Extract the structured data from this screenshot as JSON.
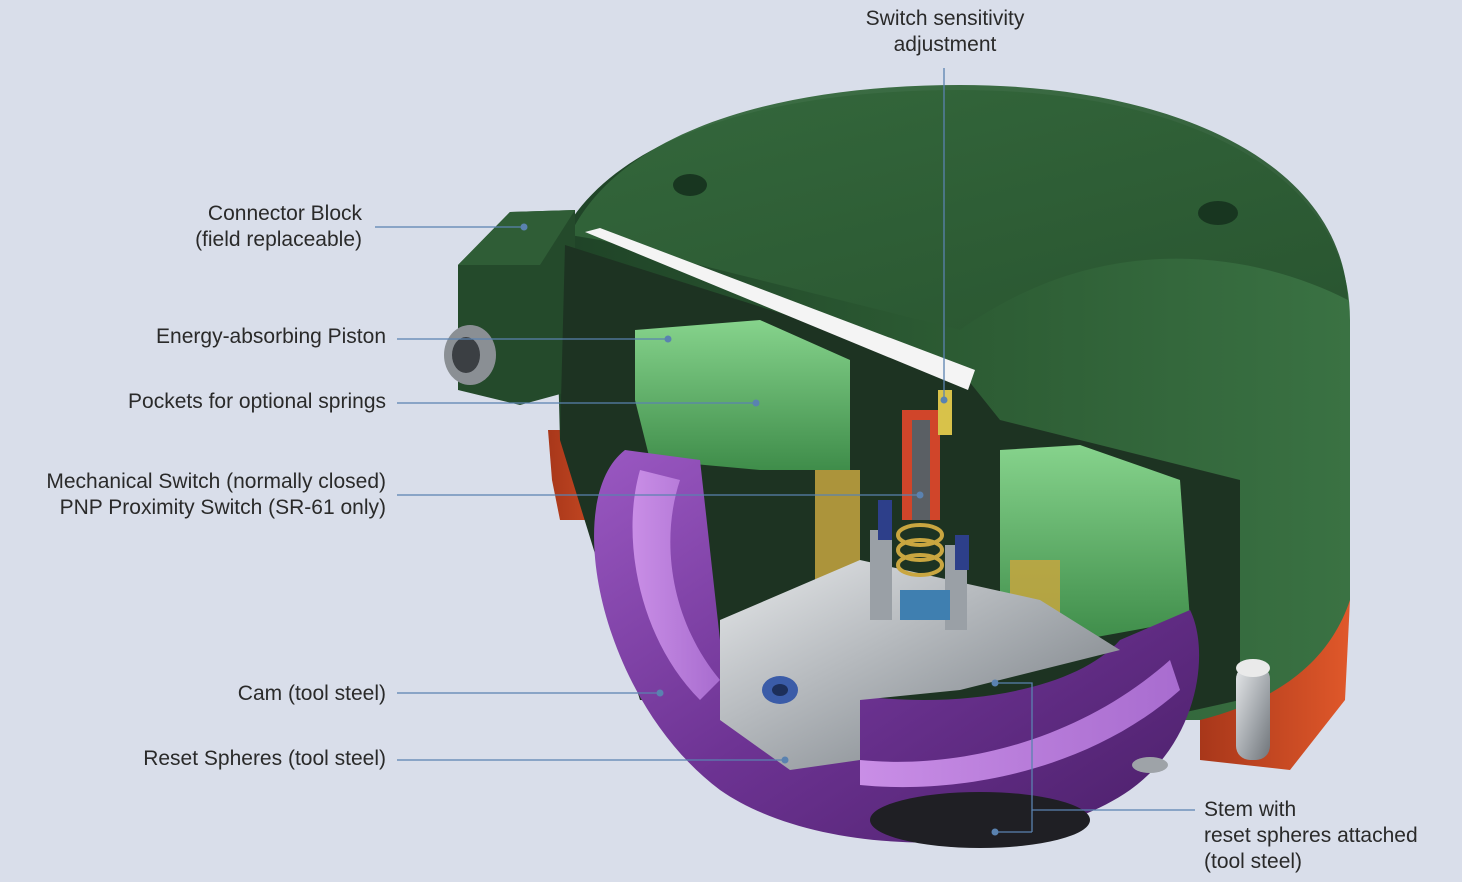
{
  "labels": {
    "switch_sensitivity": [
      "Switch sensitivity",
      "adjustment"
    ],
    "connector_block": [
      "Connector Block",
      "(field replaceable)"
    ],
    "energy_piston": [
      "Energy-absorbing Piston"
    ],
    "pockets_springs": [
      "Pockets for optional springs"
    ],
    "mechanical_switch": [
      "Mechanical Switch (normally closed)",
      "PNP Proximity Switch (SR-61 only)"
    ],
    "cam": [
      "Cam (tool steel)"
    ],
    "reset_spheres": [
      "Reset Spheres (tool steel)"
    ],
    "stem": [
      "Stem with",
      "reset spheres attached",
      "(tool steel)"
    ]
  },
  "colors": {
    "background": "#d9deea",
    "housing_green": "#2f5d36",
    "piston_green": "#5fb36a",
    "cam_purple": "#7b3f9e",
    "base_orange": "#c8461c",
    "leader_line": "#5a82b0",
    "steel": "#b8bcc2"
  }
}
